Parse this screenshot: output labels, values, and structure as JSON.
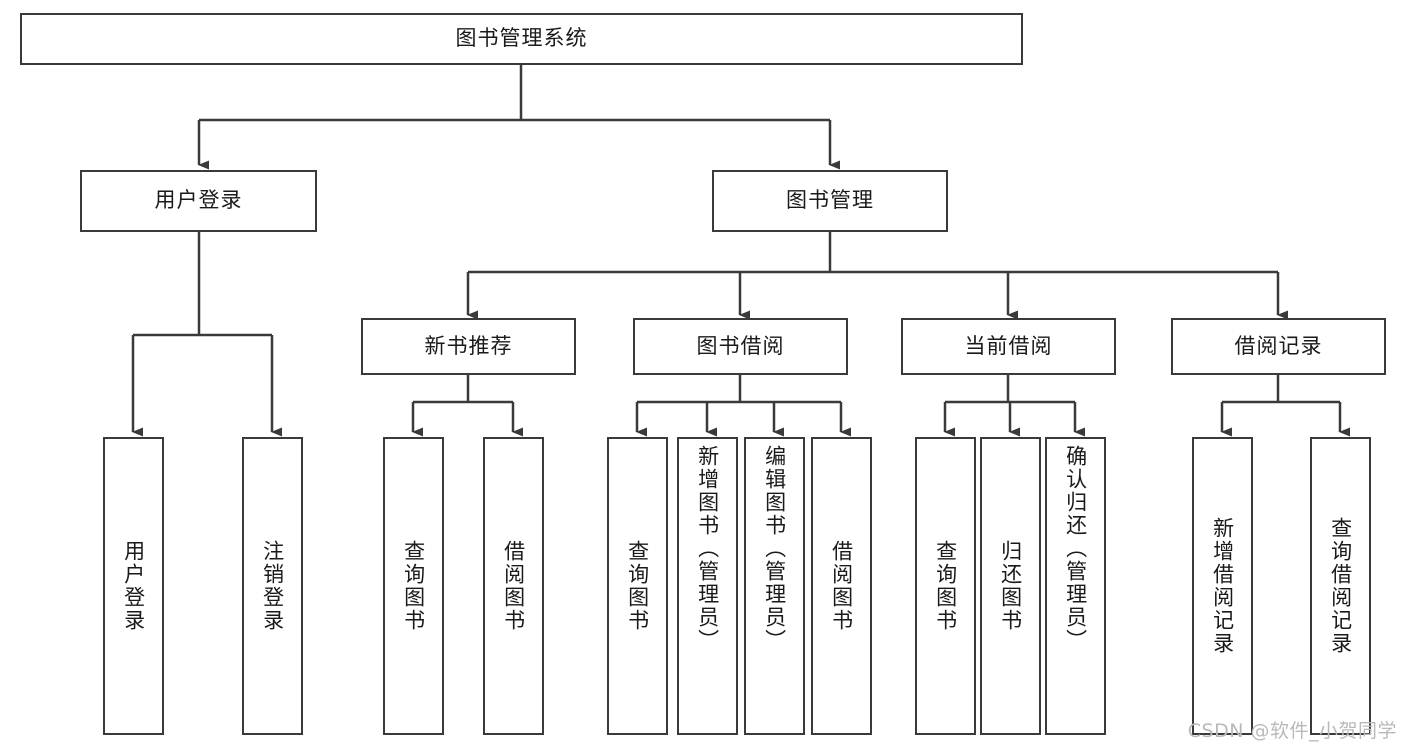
{
  "diagram": {
    "title": "图书管理系统",
    "type": "tree-hierarchy-chart",
    "watermark": "CSDN @软件_小贺同学",
    "colors": {
      "stroke": "#3a3a3a",
      "fill": "#ffffff",
      "text": "#1a1a1a",
      "watermark": "#b9b9b9"
    },
    "nodes": {
      "root": "图书管理系统",
      "level1": {
        "user_login": "用户登录",
        "book_manage": "图书管理"
      },
      "level2": {
        "new_book_recommend": "新书推荐",
        "book_borrow": "图书借阅",
        "current_borrow": "当前借阅",
        "borrow_record": "借阅记录"
      },
      "leaves": {
        "user_login_1": "用户登录",
        "user_login_2": "注销登录",
        "recommend_1": "查询图书",
        "recommend_2": "借阅图书",
        "borrow_1": "查询图书",
        "borrow_2": "新增图书（管理员）",
        "borrow_3": "编辑图书（管理员）",
        "borrow_4": "借阅图书",
        "current_1": "查询图书",
        "current_2": "归还图书",
        "current_3": "确认归还（管理员）",
        "record_1": "新增借阅记录",
        "record_2": "查询借阅记录"
      }
    }
  }
}
